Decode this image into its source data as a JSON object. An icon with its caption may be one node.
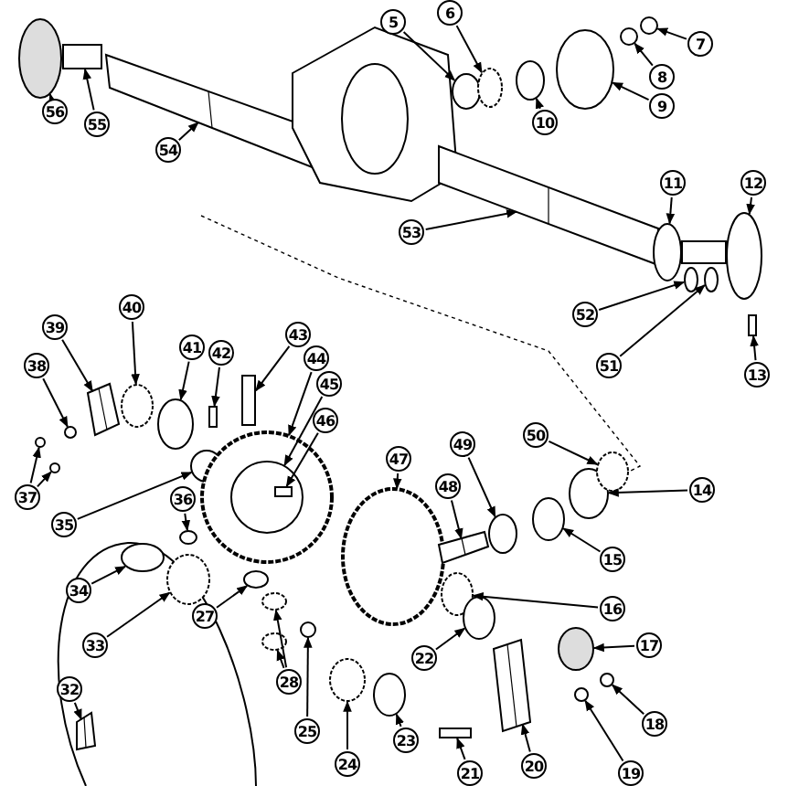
{
  "diagram": {
    "nodes": [
      {
        "text": [
          "6"
        ]
      },
      {
        "text": [
          "5"
        ]
      },
      {
        "text": [
          "7"
        ]
      },
      {
        "text": [
          "8"
        ]
      },
      {
        "text": [
          "9"
        ]
      },
      {
        "text": [
          "56"
        ]
      },
      {
        "text": [
          "10"
        ]
      },
      {
        "text": [
          "55"
        ]
      },
      {
        "text": [
          "54"
        ]
      },
      {
        "text": [
          "11"
        ]
      },
      {
        "text": [
          "12"
        ]
      },
      {
        "text": [
          "53"
        ]
      },
      {
        "text": [
          "52"
        ]
      },
      {
        "text": [
          "40"
        ]
      },
      {
        "text": [
          "39"
        ]
      },
      {
        "text": [
          "51"
        ]
      },
      {
        "text": [
          "13"
        ]
      },
      {
        "text": [
          "41"
        ]
      },
      {
        "text": [
          "42"
        ]
      },
      {
        "text": [
          "43"
        ]
      },
      {
        "text": [
          "44"
        ]
      },
      {
        "text": [
          "38"
        ]
      },
      {
        "text": [
          "45"
        ]
      },
      {
        "text": [
          "46"
        ]
      },
      {
        "text": [
          "50"
        ]
      },
      {
        "text": [
          "49"
        ]
      },
      {
        "text": [
          "47"
        ]
      },
      {
        "text": [
          "48"
        ]
      },
      {
        "text": [
          "14"
        ]
      },
      {
        "text": [
          "37"
        ]
      },
      {
        "text": [
          "36"
        ]
      },
      {
        "text": [
          "35"
        ]
      },
      {
        "text": [
          "15"
        ]
      },
      {
        "text": [
          "34"
        ]
      },
      {
        "text": [
          "16"
        ]
      },
      {
        "text": [
          "27"
        ]
      },
      {
        "text": [
          "33"
        ]
      },
      {
        "text": [
          "17"
        ]
      },
      {
        "text": [
          "22"
        ]
      },
      {
        "text": [
          "28"
        ]
      },
      {
        "text": [
          "32"
        ]
      },
      {
        "text": [
          "18"
        ]
      },
      {
        "text": [
          "25"
        ]
      },
      {
        "text": [
          "23"
        ]
      },
      {
        "text": [
          "24"
        ]
      },
      {
        "text": [
          "20"
        ]
      },
      {
        "text": [
          "21"
        ]
      },
      {
        "text": [
          "19"
        ]
      },
      {
        "text": [],
        "shape": "circle"
      },
      {
        "text": [],
        "shape": "box"
      },
      {
        "text": [],
        "shape": "picture"
      },
      {
        "text": [],
        "shape": "picture"
      },
      {
        "text": [],
        "shape": "picture"
      },
      {
        "text": [],
        "shape": "circle"
      },
      {
        "text": [],
        "shape": "circle"
      },
      {
        "text": [],
        "shape": "circle"
      },
      {
        "text": [],
        "shape": "circle"
      },
      {
        "text": [],
        "shape": "circle"
      },
      {
        "text": [],
        "shape": "circle"
      },
      {
        "text": [],
        "shape": "circle"
      },
      {
        "text": [],
        "shape": "circle"
      },
      {
        "text": [],
        "shape": "circle"
      },
      {
        "text": [],
        "shape": "circle"
      },
      {
        "text": [],
        "shape": "box"
      },
      {
        "text": [],
        "shape": "circle"
      },
      {
        "text": [],
        "shape": "picture"
      },
      {
        "text": [],
        "shape": "circle"
      },
      {
        "text": [],
        "shape": "circle"
      },
      {
        "text": [],
        "shape": "circle"
      },
      {
        "text": [],
        "shape": "box"
      },
      {
        "text": [],
        "shape": "box"
      },
      {
        "text": [],
        "shape": "circle"
      },
      {
        "text": [],
        "shape": "circle",
        "in": 71
      },
      {
        "text": [],
        "shape": "box",
        "in": 72
      },
      {
        "text": [],
        "shape": "circle"
      },
      {
        "text": [],
        "shape": "circle"
      },
      {
        "text": [],
        "shape": "circle"
      },
      {
        "text": [],
        "shape": "circle"
      },
      {
        "text": [],
        "shape": "circle"
      },
      {
        "text": [],
        "shape": "circle"
      },
      {
        "text": [],
        "shape": "circle"
      },
      {
        "text": [],
        "shape": "circle"
      },
      {
        "text": [],
        "shape": "circle"
      },
      {
        "text": [],
        "shape": "circle"
      },
      {
        "text": [],
        "shape": "circle"
      },
      {
        "text": [],
        "shape": "circle"
      },
      {
        "text": [],
        "shape": "picture"
      },
      {
        "text": [],
        "shape": "circle"
      },
      {
        "text": [],
        "shape": "circle"
      },
      {
        "text": [],
        "shape": "circle"
      },
      {
        "text": [],
        "shape": "circle"
      },
      {
        "text": [],
        "shape": "circle"
      },
      {
        "text": [],
        "shape": "circle"
      },
      {
        "text": [],
        "shape": "circle"
      },
      {
        "text": [],
        "shape": "picture"
      },
      {
        "text": [],
        "shape": "box"
      },
      {
        "text": [],
        "shape": "circle"
      },
      {
        "text": [],
        "shape": "circle"
      },
      {
        "text": [],
        "shape": "picture"
      }
    ],
    "edges": [
      {
        "from": 0,
        "to": 54,
        "arrow": "to"
      },
      {
        "from": 1,
        "to": 53,
        "arrow": "to"
      },
      {
        "from": 2,
        "to": 58,
        "arrow": "to"
      },
      {
        "from": 3,
        "to": 57,
        "arrow": "to"
      },
      {
        "from": 4,
        "to": 56,
        "arrow": "to"
      },
      {
        "from": 5,
        "to": 48,
        "arrow": "to"
      },
      {
        "from": 6,
        "to": 55,
        "arrow": "to"
      },
      {
        "from": 7,
        "to": 49,
        "arrow": "to"
      },
      {
        "from": 8,
        "to": 50,
        "arrow": "to"
      },
      {
        "from": 9,
        "to": 59,
        "arrow": "to"
      },
      {
        "from": 10,
        "to": 62,
        "arrow": "to"
      },
      {
        "from": 11,
        "to": 52,
        "arrow": "to"
      },
      {
        "from": 12,
        "to": 60,
        "arrow": "to"
      },
      {
        "from": 13,
        "to": 66,
        "arrow": "to"
      },
      {
        "from": 14,
        "to": 65,
        "arrow": "to"
      },
      {
        "from": 15,
        "to": 61,
        "arrow": "to"
      },
      {
        "from": 16,
        "to": 63,
        "arrow": "to"
      },
      {
        "from": 17,
        "to": 67,
        "arrow": "to"
      },
      {
        "from": 18,
        "to": 69,
        "arrow": "to"
      },
      {
        "from": 19,
        "to": 70,
        "arrow": "to"
      },
      {
        "from": 20,
        "to": 71,
        "arrow": "to"
      },
      {
        "from": 21,
        "to": 64,
        "arrow": "to"
      },
      {
        "from": 22,
        "to": 72,
        "arrow": "to"
      },
      {
        "from": 23,
        "to": 73,
        "arrow": "to"
      },
      {
        "from": 24,
        "to": 90,
        "arrow": "to"
      },
      {
        "from": 25,
        "to": 87,
        "arrow": "to"
      },
      {
        "from": 26,
        "to": 85,
        "arrow": "to"
      },
      {
        "from": 27,
        "to": 86,
        "arrow": "to"
      },
      {
        "from": 28,
        "to": 89,
        "arrow": "to"
      },
      {
        "from": 29,
        "to": 75,
        "arrow": "to"
      },
      {
        "from": 29,
        "to": 76,
        "arrow": "to"
      },
      {
        "from": 30,
        "to": 74,
        "arrow": "to"
      },
      {
        "from": 31,
        "to": 68,
        "arrow": "to"
      },
      {
        "from": 32,
        "to": 88,
        "arrow": "to"
      },
      {
        "from": 33,
        "to": 77,
        "arrow": "to"
      },
      {
        "from": 34,
        "to": 91,
        "arrow": "to"
      },
      {
        "from": 35,
        "to": 79,
        "arrow": "to"
      },
      {
        "from": 36,
        "to": 78,
        "arrow": "to"
      },
      {
        "from": 37,
        "to": 93,
        "arrow": "to"
      },
      {
        "from": 38,
        "to": 92,
        "arrow": "to"
      },
      {
        "from": 39,
        "to": 80,
        "arrow": "to"
      },
      {
        "from": 39,
        "to": 81,
        "arrow": "to"
      },
      {
        "from": 40,
        "to": 98,
        "arrow": "to"
      },
      {
        "from": 41,
        "to": 96,
        "arrow": "to"
      },
      {
        "from": 42,
        "to": 82,
        "arrow": "to"
      },
      {
        "from": 43,
        "to": 84,
        "arrow": "to"
      },
      {
        "from": 44,
        "to": 83,
        "arrow": "to"
      },
      {
        "from": 45,
        "to": 94,
        "arrow": "to"
      },
      {
        "from": 46,
        "to": 95,
        "arrow": "to"
      },
      {
        "from": 47,
        "to": 97,
        "arrow": "to"
      }
    ]
  }
}
